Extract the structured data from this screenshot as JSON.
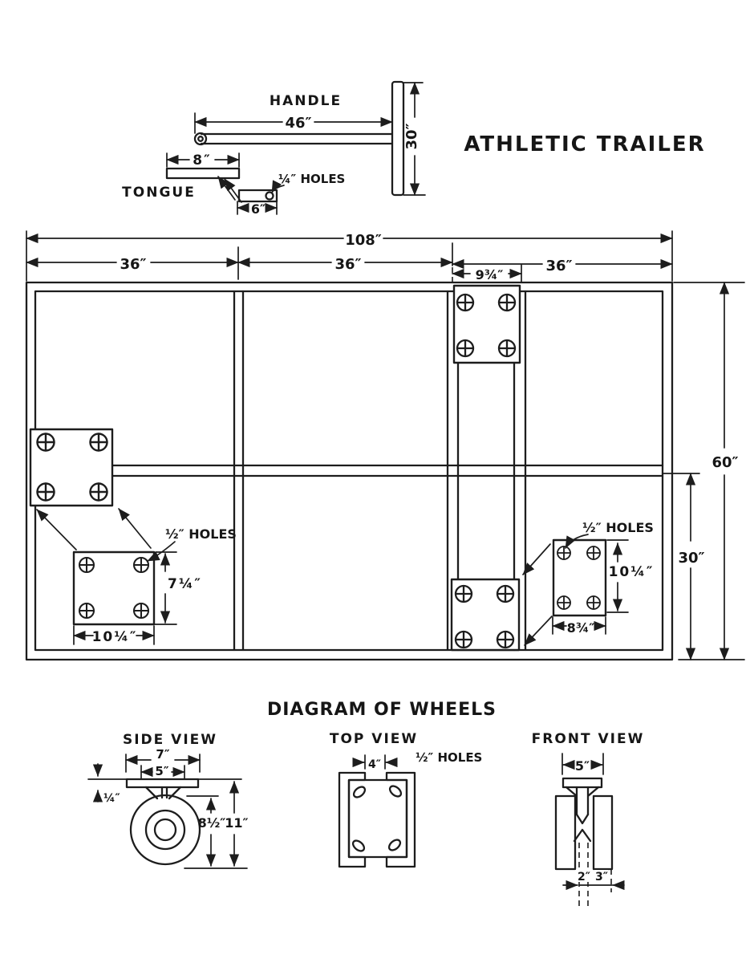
{
  "colors": {
    "ink": "#1d1d1d",
    "paper": "#ffffff"
  },
  "title": "ATHLETIC TRAILER",
  "handle_detail": {
    "handle_label": "HANDLE",
    "tongue_label": "TONGUE",
    "length": "46″",
    "height": "30″",
    "tongue_length": "8″",
    "stub_length": "6″",
    "holes": "¼″ HOLES"
  },
  "frame": {
    "overall_width": "108″",
    "bay1": "36″",
    "bay2": "36″",
    "bay3": "36″",
    "beam_width": "9¾″",
    "overall_height": "60″",
    "rear_half_height": "30″",
    "left_plate_height": "7¼″",
    "left_plate_width": "10¼″",
    "left_holes": "½″ HOLES",
    "right_plate_height": "10¼″",
    "right_plate_width": "8¾″",
    "right_holes": "½″ HOLES"
  },
  "wheels": {
    "heading": "DIAGRAM OF WHEELS",
    "side_view": {
      "label": "SIDE VIEW",
      "plate_width": "7″",
      "hub_width": "5″",
      "plate_thickness": "¼″",
      "wheel_height": "8½″",
      "total_height": "11″"
    },
    "top_view": {
      "label": "TOP VIEW",
      "slot_gap": "4″",
      "holes": "½″ HOLES"
    },
    "front_view": {
      "label": "FRONT VIEW",
      "plate_width": "5″",
      "hub_width": "2″",
      "wheel_width": "3″"
    }
  }
}
